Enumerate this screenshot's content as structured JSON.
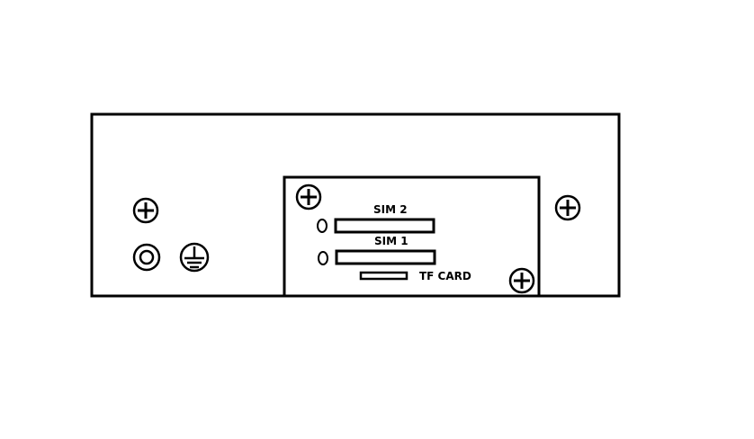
{
  "panel": {
    "sim2_label": "SIM 2",
    "sim1_label": "SIM 1",
    "tf_card_label": "TF CARD"
  },
  "colors": {
    "line": "#000000",
    "background": "#ffffff"
  },
  "icons": {
    "screw": "phillips-screw-icon",
    "ground": "ground-icon",
    "power_jack": "dc-power-jack-icon",
    "led": "led-indicator-icon"
  }
}
